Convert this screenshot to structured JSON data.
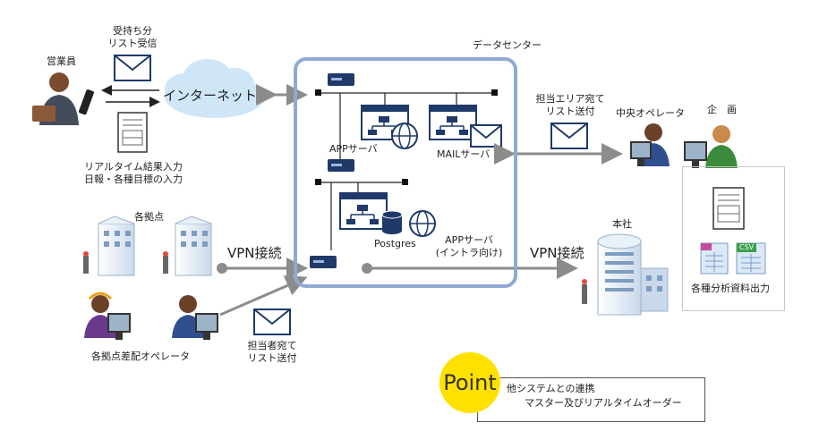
{
  "labels": {
    "sales": "営業員",
    "receive_list": [
      "受持ち分",
      "リスト受信"
    ],
    "internet": "インターネット",
    "realtime_input": [
      "リアルタイム結果入力",
      "日報・各種目標の入力"
    ],
    "data_center": "データセンター",
    "app_server": "APPサーバ",
    "mail_server": "MAILサーバ",
    "postgres": "Postgres",
    "app_server_intra": [
      "APPサーバ",
      "(イントラ向け)"
    ],
    "area_list": [
      "担当エリア宛て",
      "リスト送付"
    ],
    "central_operator": "中央オペレータ",
    "planning": "企　画",
    "bases": "各拠点",
    "vpn_left": "VPN接続",
    "vpn_right": "VPN接続",
    "head_office": "本社",
    "analysis_output": "各種分析資料出力",
    "base_operators": "各拠点差配オペレータ",
    "person_list": [
      "担当者宛て",
      "リスト送付"
    ],
    "csv": "CSV"
  },
  "point": {
    "badge": "Point",
    "lines": [
      "他システムとの連携",
      "マスター及びリアルタイムオーダー"
    ]
  },
  "colors": {
    "accent": "#8fa9d3",
    "navy": "#1f3a68",
    "yellow": "#ffe100",
    "cloud": "#cfe6f7",
    "arrow_gray": "#8c8c8c"
  }
}
